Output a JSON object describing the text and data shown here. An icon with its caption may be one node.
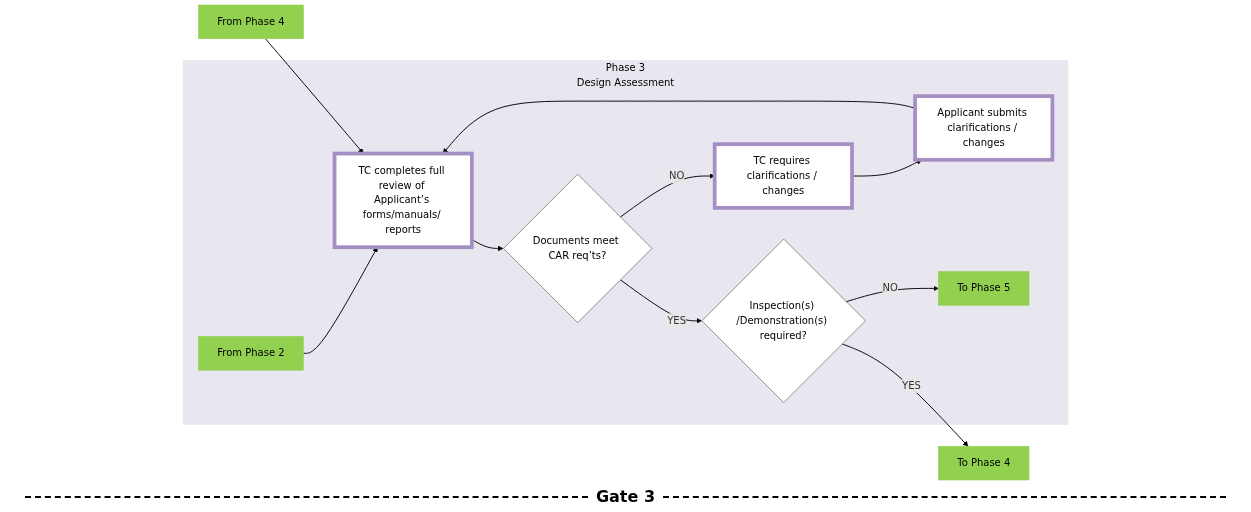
{
  "diagram": {
    "nodes": [
      {
        "text": [
          "Phase 3",
          "Design Assessment"
        ]
      },
      {
        "text": [
          "From Phase 2"
        ],
        "in": 0
      },
      {
        "text": [
          "TC completes full review of Applicant’s forms/manuals/ reports"
        ],
        "in": 0
      },
      {
        "text": [
          "Documents meet CAR req’ts?"
        ],
        "in": 0
      },
      {
        "text": [
          "TC requires clarifications / changes"
        ],
        "in": 0
      },
      {
        "text": [
          "Applicant submits clarifications / changes"
        ],
        "in": 0
      },
      {
        "text": [
          "Inspection(s) /Demonstration(s) required?"
        ],
        "in": 0
      },
      {
        "text": [
          "To Phase 5"
        ],
        "in": 0
      },
      {
        "text": [
          "To Phase 4"
        ]
      },
      {
        "text": [
          "From Phase 4"
        ]
      }
    ],
    "edges": [
      {
        "from": 1,
        "to": 2,
        "arrow": "to"
      },
      {
        "from": 2,
        "to": 3,
        "arrow": "to"
      },
      {
        "from": 3,
        "to": 4,
        "arrow": "to",
        "label": "NO"
      },
      {
        "from": 4,
        "to": 5,
        "arrow": "to"
      },
      {
        "from": 5,
        "to": 2,
        "arrow": "to"
      },
      {
        "from": 3,
        "to": 6,
        "arrow": "to",
        "label": "YES"
      },
      {
        "from": 6,
        "to": 7,
        "arrow": "to",
        "label": "NO"
      },
      {
        "from": 6,
        "to": 8,
        "arrow": "to",
        "label": "YES"
      },
      {
        "from": 9,
        "to": 2,
        "arrow": "to"
      }
    ],
    "labels": [
      "Gate 3"
    ]
  }
}
